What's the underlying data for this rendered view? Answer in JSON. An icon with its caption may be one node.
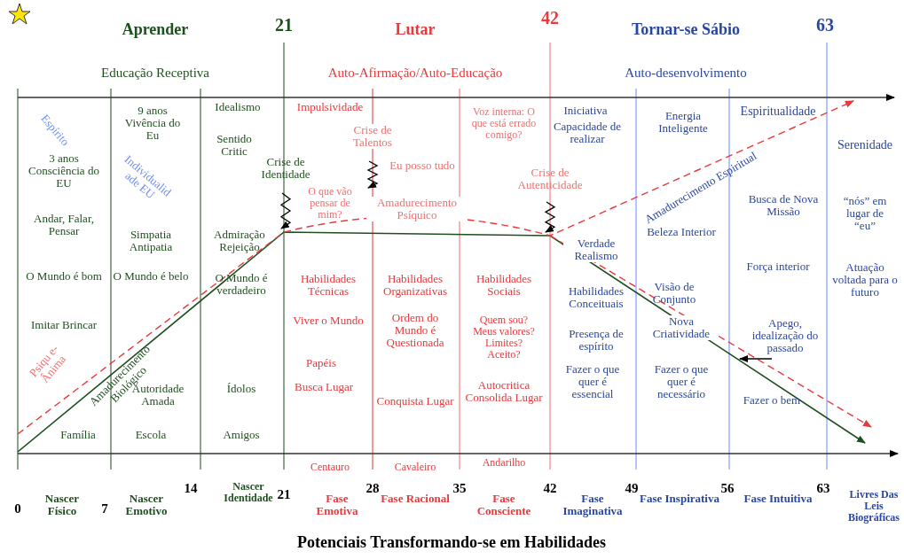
{
  "diagram": {
    "caption": "Potenciais Transformando-se em Habilidades",
    "labels": [
      "Aprender",
      "21",
      "Lutar",
      "42",
      "Tornar-se Sábio",
      "63",
      "Educação Receptiva",
      "Auto-Afirmação/Auto-Educação",
      "Auto-desenvolvimento",
      "Espírito",
      "3 anos Consciência do EU",
      "Andar, Falar, Pensar",
      "O Mundo é bom",
      "Imitar Brincar",
      "Psiqu e-Ânima",
      "Amadurecimento Biológico",
      "Família",
      "9 anos Vivência do Eu",
      "Individualid ade EU",
      "Simpatia Antipatia",
      "O Mundo é belo",
      "Autoridade Amada",
      "Escola",
      "Idealismo",
      "Sentido Critic",
      "Crise de Identidade",
      "Admiração Rejeição",
      "O Mundo é verdadeiro",
      "Ídolos",
      "Amigos",
      "Impulsividade",
      "Crise de Talentos",
      "O que vão pensar de mim?",
      "Eu posso tudo",
      "Amadurecimento Psíquico",
      "Habilidades Técnicas",
      "Viver o Mundo",
      "Papéis",
      "Busca Lugar",
      "Habilidades Organizativas",
      "Ordem do Mundo é Questionada",
      "Conquista Lugar",
      "Voz interna: O que está errado comigo?",
      "Crise de Autenticidade",
      "Habilidades Sociais",
      "Quem sou? Meus valores? Limites? Aceito?",
      "Autocritica Consolida Lugar",
      "Iniciativa",
      "Capacidade de realizar",
      "Verdade Realismo",
      "Habilidades Conceituais",
      "Presença de espírito",
      "Fazer o que quer é essencial",
      "Energia Inteligente",
      "Amadurecimento Espiritual",
      "Beleza Interior",
      "Visão de Conjunto",
      "Nova Criatividade",
      "Fazer o que quer é necessário",
      "Espiritualidade",
      "Busca de Nova Missão",
      "Força interior",
      "Apego, idealização do passado",
      "Fazer o bem",
      "Serenidade",
      "“nós” em lugar de “eu”",
      "Atuação voltada para o futuro",
      "Centauro",
      "Cavaleiro",
      "Andarilho",
      "0",
      "Nascer Físico",
      "7",
      "Nascer Emotivo",
      "14",
      "Nascer Identidade",
      "21",
      "Fase Emotiva",
      "28",
      "Fase Racional",
      "35",
      "Fase Consciente",
      "42",
      "Fase Imaginativa",
      "49",
      "Fase Inspirativa",
      "56",
      "Fase Intuitiva",
      "63",
      "Livres Das Leis Biográficas"
    ]
  }
}
